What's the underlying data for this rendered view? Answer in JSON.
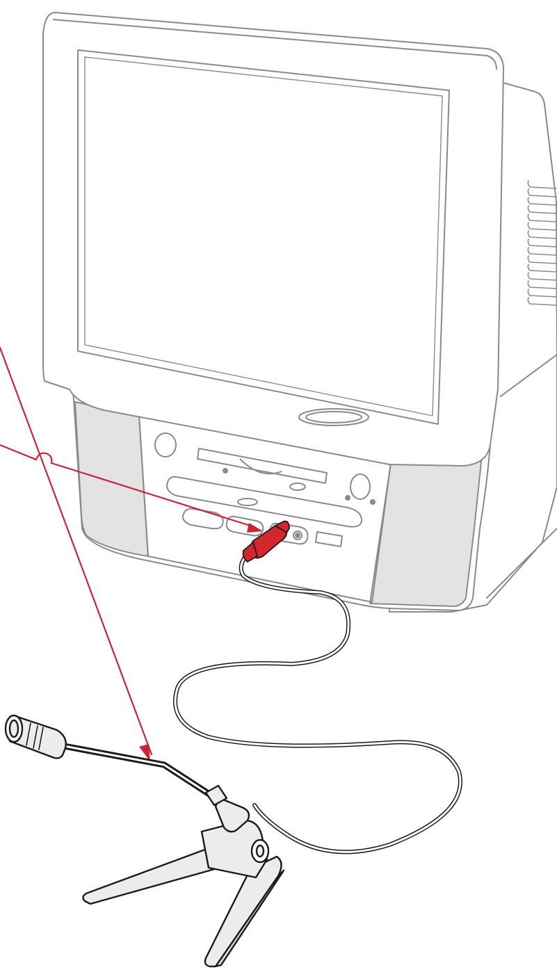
{
  "illustration": {
    "subject": "computer-with-microphone-connection",
    "colors": {
      "outline": "#8a8a8a",
      "outline_dark": "#1a1a1a",
      "panel_fill": "#e3e3e3",
      "callout": "#c8243a",
      "plug": "#d3262f",
      "background": "#ffffff"
    }
  },
  "parts": [
    {
      "name": "monitor-screen"
    },
    {
      "name": "floppy-slot"
    },
    {
      "name": "cd-tray"
    },
    {
      "name": "microphone-port"
    },
    {
      "name": "microphone-plug"
    },
    {
      "name": "microphone-cable"
    },
    {
      "name": "microphone-head"
    },
    {
      "name": "microphone-gooseneck"
    },
    {
      "name": "microphone-stand"
    }
  ]
}
